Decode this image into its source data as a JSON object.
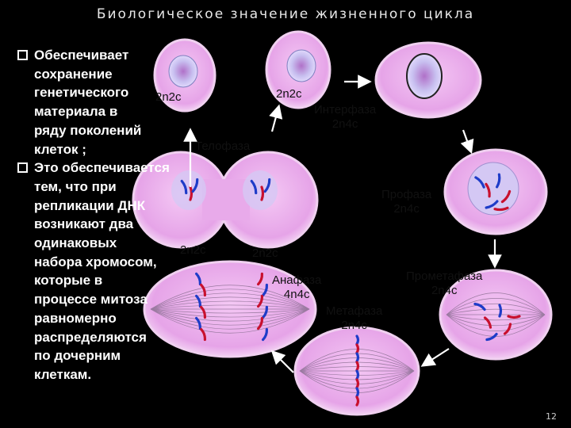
{
  "title": "Биологическое значение жизненного цикла",
  "bullets": [
    "Обеспечивает\nсохранение\nгенетического\nматериала в\nряду поколений\nклеток ;",
    "Это обеспечивается\nтем, что при\nрепликации ДНК\nвозникают два\nодинаковых\nнабора хромосом,\nкоторые в\nпроцессе митоза\nравномерно\nраспределяются\nпо дочерним\nклеткам."
  ],
  "labels": {
    "interphase": {
      "name": "Интерфаза",
      "formula": "2n4c"
    },
    "prophase": {
      "name": "Профаза",
      "formula": "2n4c"
    },
    "prometaphase": {
      "name": "Прометафаза",
      "formula": "2n4c"
    },
    "metaphase": {
      "name": "Метафаза",
      "formula": "2n4c"
    },
    "anaphase": {
      "name": "Анафаза",
      "formula": "4n4c"
    },
    "telophase": {
      "name": "Телофаза"
    },
    "daughter_left": "2n2c",
    "daughter_right": "2n2c",
    "telophase_left": "2n2c",
    "telophase_right": "2n2c"
  },
  "page_number": "12",
  "colors": {
    "cell_fill": "#e8a8e8",
    "cell_edge": "#ffe0ff",
    "nucleus": "#c8c8f0",
    "chrom_red": "#c8102e",
    "chrom_blue": "#1e3cc8",
    "spindle": "#9a7aa0"
  }
}
